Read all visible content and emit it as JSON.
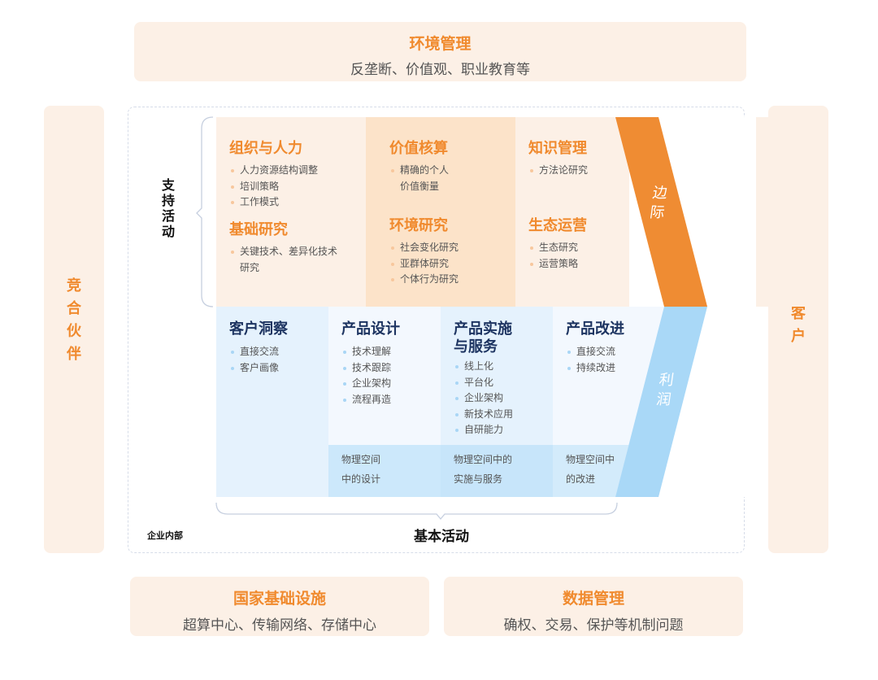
{
  "environment": {
    "title": "环境管理",
    "subtitle": "反垄断、价值观、职业教育等"
  },
  "sides": {
    "partners": [
      "竞",
      "合",
      "伙",
      "伴"
    ],
    "customers": [
      "客",
      "户"
    ]
  },
  "enterprise": {
    "label": "企业内部",
    "support_label": [
      "支",
      "持",
      "活",
      "动"
    ],
    "basic_label": "基本活动",
    "support_activities": [
      {
        "title": "组织与人力",
        "items": [
          "人力资源结构调整",
          "培训策略",
          "工作模式"
        ]
      },
      {
        "title": "基础研究",
        "items": [
          "关键技术、差异化技术",
          "研究"
        ]
      },
      {
        "title": "价值核算",
        "items": [
          "精确的个人",
          "价值衡量"
        ]
      },
      {
        "title": "环境研究",
        "items": [
          "社会变化研究",
          "亚群体研究",
          "个体行为研究"
        ]
      },
      {
        "title": "知识管理",
        "items": [
          "方法论研究"
        ]
      },
      {
        "title": "生态运营",
        "items": [
          "生态研究",
          "运营策略"
        ]
      }
    ],
    "basic_activities": [
      {
        "title": "客户洞察",
        "items": [
          "直接交流",
          "客户画像"
        ],
        "physical": [
          "",
          ""
        ]
      },
      {
        "title": "产品设计",
        "items": [
          "技术理解",
          "技术跟踪",
          "企业架构",
          "流程再造"
        ],
        "physical": [
          "物理空间",
          "中的设计"
        ]
      },
      {
        "title": [
          "产品实施",
          "与服务"
        ],
        "items": [
          "线上化",
          "平台化",
          "企业架构",
          "新技术应用",
          "自研能力"
        ],
        "physical": [
          "物理空间中的",
          "实施与服务"
        ]
      },
      {
        "title": "产品改进",
        "items": [
          "直接交流",
          "持续改进"
        ],
        "physical": [
          "物理空间中",
          "的改进"
        ]
      }
    ],
    "margin_label": [
      "边",
      "际"
    ],
    "profit_label": [
      "利",
      "润"
    ]
  },
  "infrastructure": {
    "title": "国家基础设施",
    "subtitle": "超算中心、传输网络、存储中心"
  },
  "data_management": {
    "title": "数据管理",
    "subtitle": "确权、交易、保护等机制问题"
  },
  "colors": {
    "orange": "#f08a2e",
    "orange_band": "#ef8c33",
    "blue_band": "#a9d8f7",
    "navy": "#1d3461",
    "panel_bg": "#fcf0e6"
  }
}
